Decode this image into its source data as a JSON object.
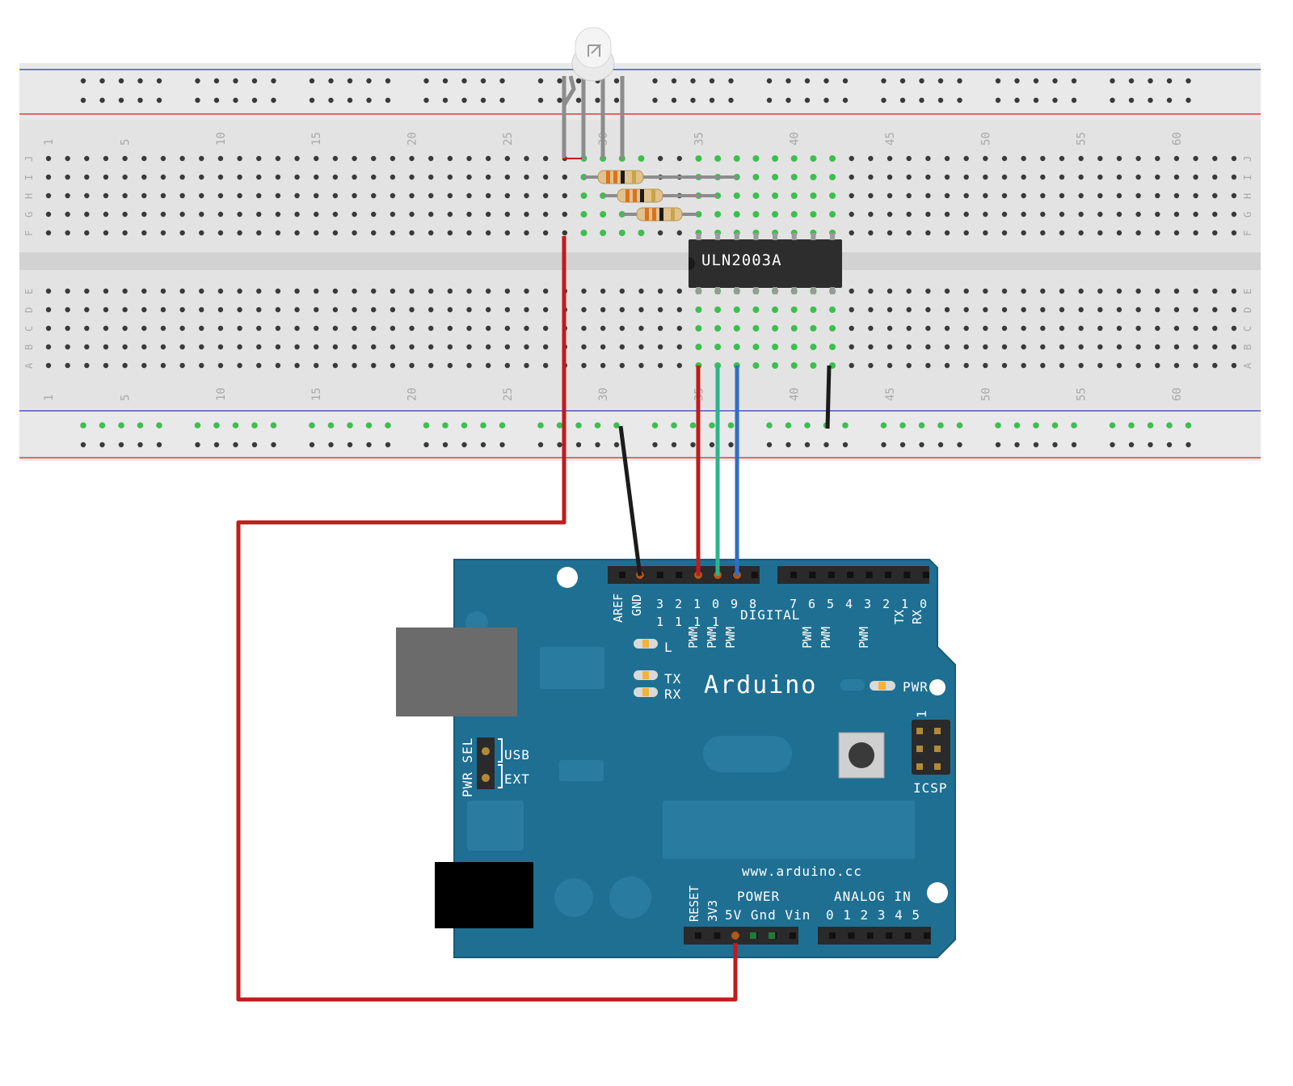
{
  "breadboard": {
    "column_numbers": [
      "1",
      "5",
      "10",
      "15",
      "20",
      "25",
      "30",
      "35",
      "40",
      "45",
      "50",
      "55",
      "60"
    ],
    "row_letters_top": [
      "J",
      "I",
      "H",
      "G",
      "F"
    ],
    "row_letters_bottom": [
      "E",
      "D",
      "C",
      "B",
      "A"
    ]
  },
  "components": {
    "ic_label": "ULN2003A"
  },
  "arduino": {
    "brand": "Arduino",
    "url": "www.arduino.cc",
    "digital_label": "DIGITAL",
    "aref": "AREF",
    "gnd": "GND",
    "digital_pins_high": [
      "13",
      "12",
      "11",
      "10",
      "9",
      "8"
    ],
    "digital_pins_low": [
      "7",
      "6",
      "5",
      "4",
      "3",
      "2",
      "1",
      "0"
    ],
    "tx_pin": "TX",
    "rx_pin": "RX",
    "pwm": "PWM",
    "led_l": "L",
    "led_tx": "TX",
    "led_rx": "RX",
    "pwr": "PWR",
    "pwr_sel": "PWR SEL",
    "usb": "USB",
    "ext": "EXT",
    "icsp": "ICSP",
    "icsp_pin1": "1",
    "reset": "RESET",
    "v33": "3V3",
    "power_label": "POWER",
    "power_pins": "5V Gnd Vin",
    "analog_label": "ANALOG IN",
    "analog_pins": "0 1 2 3 4 5"
  },
  "colors": {
    "board_teal": "#1f6f93",
    "breadboard": "#e4e4e4",
    "wire_red": "#c11b1b",
    "wire_green": "#2ab58a",
    "wire_blue": "#2d6fc4",
    "wire_black": "#1b1b1b",
    "rail_red": "#d9403a",
    "rail_blue": "#4a56c8"
  }
}
